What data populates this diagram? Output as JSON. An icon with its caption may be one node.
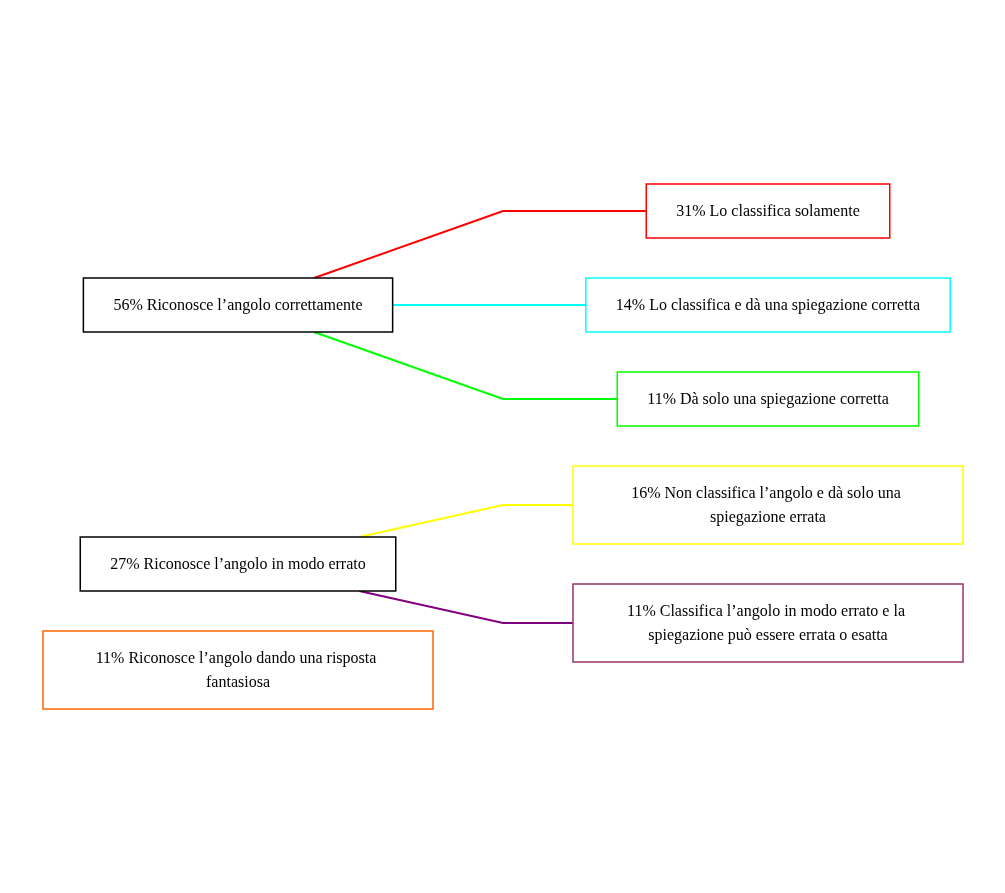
{
  "diagram": {
    "nodes": [
      {
        "text": [
          "56% Riconosce l’angolo correttamente"
        ]
      },
      {
        "text": [
          "31% Lo classifica solamente"
        ]
      },
      {
        "text": [
          "14% Lo classifica e dà una spiegazione corretta"
        ]
      },
      {
        "text": [
          "11% Dà solo una spiegazione corretta"
        ]
      },
      {
        "text": [
          "27% Riconosce l’angolo in modo errato"
        ]
      },
      {
        "text": [
          "16% Non classifica l’angolo e dà solo una spiegazione errata"
        ]
      },
      {
        "text": [
          "11% Classifica l’angolo in modo errato e la spiegazione può essere errata o esatta"
        ]
      },
      {
        "text": [
          "11% Riconosce l’angolo dando una risposta fantasiosa"
        ]
      }
    ],
    "edges": [
      {
        "from": 0,
        "to": 1,
        "arrow": "none",
        "color": "#ff0000"
      },
      {
        "from": 0,
        "to": 2,
        "arrow": "none",
        "color": "#00ffff"
      },
      {
        "from": 0,
        "to": 3,
        "arrow": "none",
        "color": "#00ff00"
      },
      {
        "from": 4,
        "to": 5,
        "arrow": "none",
        "color": "#ffff00"
      },
      {
        "from": 4,
        "to": 6,
        "arrow": "none",
        "color": "#800080"
      }
    ]
  }
}
